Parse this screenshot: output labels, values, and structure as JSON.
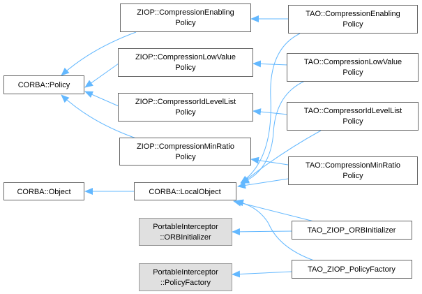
{
  "nodes": {
    "corba_policy": {
      "l1": "CORBA::Policy"
    },
    "corba_object": {
      "l1": "CORBA::Object"
    },
    "ziop_enabling": {
      "l1": "ZIOP::CompressionEnabling",
      "l2": "Policy"
    },
    "ziop_lowvalue": {
      "l1": "ZIOP::CompressionLowValue",
      "l2": "Policy"
    },
    "ziop_idlevel": {
      "l1": "ZIOP::CompressorIdLevelList",
      "l2": "Policy"
    },
    "ziop_minratio": {
      "l1": "ZIOP::CompressionMinRatio",
      "l2": "Policy"
    },
    "corba_localobject": {
      "l1": "CORBA::LocalObject"
    },
    "pi_orbinit": {
      "l1": "PortableInterceptor",
      "l2": "::ORBInitializer"
    },
    "pi_policyfactory": {
      "l1": "PortableInterceptor",
      "l2": "::PolicyFactory"
    },
    "tao_enabling": {
      "l1": "TAO::CompressionEnabling",
      "l2": "Policy"
    },
    "tao_lowvalue": {
      "l1": "TAO::CompressionLowValue",
      "l2": "Policy"
    },
    "tao_idlevel": {
      "l1": "TAO::CompressorIdLevelList",
      "l2": "Policy"
    },
    "tao_minratio": {
      "l1": "TAO::CompressionMinRatio",
      "l2": "Policy"
    },
    "tao_orbinit": {
      "l1": "TAO_ZIOP_ORBInitializer"
    },
    "tao_policyfactory": {
      "l1": "TAO_ZIOP_PolicyFactory"
    }
  },
  "colors": {
    "edge": "#63b8ff",
    "node_border": "#666666",
    "external_fill": "#e0e0e0"
  }
}
